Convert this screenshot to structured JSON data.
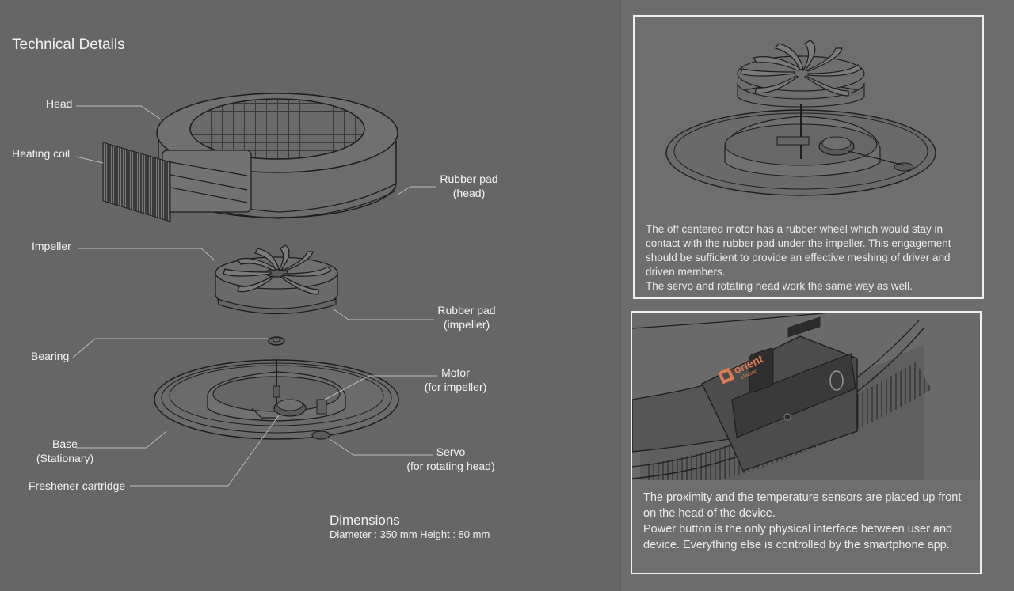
{
  "page": {
    "title": "Technical Details"
  },
  "labels": {
    "head": "Head",
    "heating_coil": "Heating coil",
    "rubber_pad_head_1": "Rubber pad",
    "rubber_pad_head_2": "(head)",
    "impeller": "Impeller",
    "rubber_pad_impeller_1": "Rubber pad",
    "rubber_pad_impeller_2": "(impeller)",
    "bearing": "Bearing",
    "motor_1": "Motor",
    "motor_2": "(for impeller)",
    "base_1": "Base",
    "base_2": "(Stationary)",
    "servo_1": "Servo",
    "servo_2": "(for rotating head)",
    "freshener": "Freshener cartridge"
  },
  "dimensions": {
    "title": "Dimensions",
    "text": "Diameter : 350 mm Height :  80 mm"
  },
  "panel_motor": {
    "line1": "The off centered motor has a rubber wheel which would stay in contact with the rubber pad under the impeller. This engagement should be sufficient to provide an effective meshing of driver and driven members.",
    "line2": "The servo and rotating head work the same way as well."
  },
  "panel_front": {
    "line1": "The proximity and the temperature sensors are placed up front on the head of the device.",
    "line2": "Power button is the only physical interface between user and device.  Everything else is controlled by the smartphone app.",
    "logo_text": "orient",
    "logo_sub": "electric",
    "brand_color": "#e07a52"
  }
}
